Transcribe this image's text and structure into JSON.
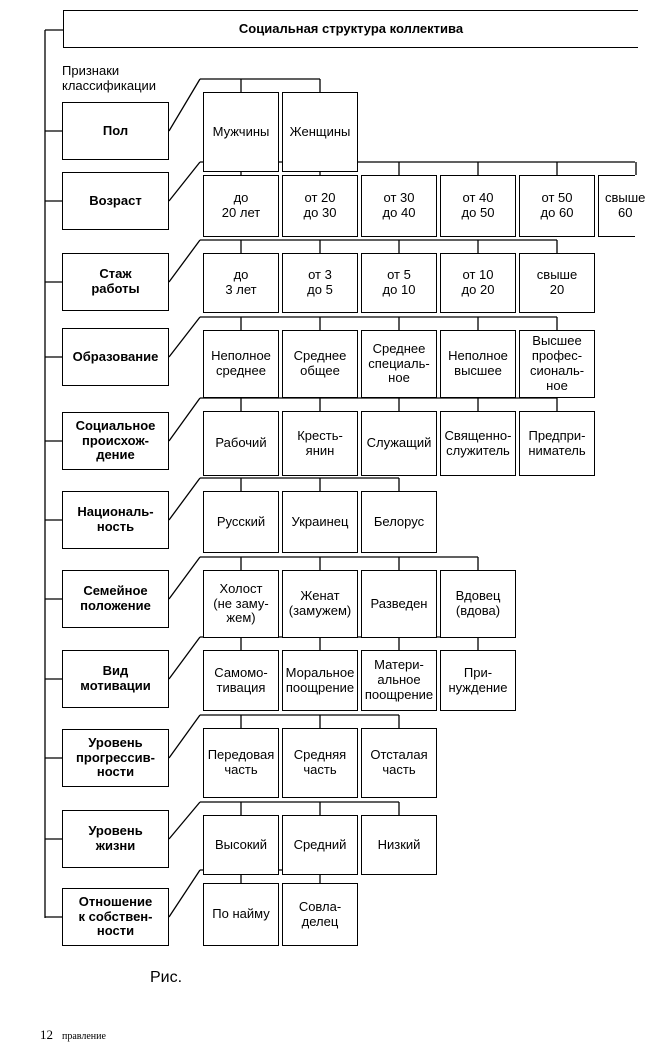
{
  "diagram": {
    "title": "Социальная структура коллектива",
    "caption_label": "Признаки\nклассификации",
    "categories": [
      {
        "label": "Пол",
        "items": [
          "Мужчины",
          "Женщины"
        ]
      },
      {
        "label": "Возраст",
        "items": [
          "до\n20 лет",
          "от 20\nдо 30",
          "от 30\nдо 40",
          "от 40\nдо 50",
          "от 50\nдо 60",
          "свыше\n60"
        ]
      },
      {
        "label": "Стаж\nработы",
        "items": [
          "до\n3 лет",
          "от 3\nдо 5",
          "от 5\nдо 10",
          "от 10\nдо 20",
          "свыше\n20"
        ]
      },
      {
        "label": "Образование",
        "items": [
          "Неполное\nсреднее",
          "Среднее\nобщее",
          "Среднее\nспециаль-\nное",
          "Неполное\nвысшее",
          "Высшее\nпрофес-\nсиональ-\nное"
        ]
      },
      {
        "label": "Социальное\nпроисхож-\nдение",
        "items": [
          "Рабочий",
          "Кресть-\nянин",
          "Служащий",
          "Священно-\nслужитель",
          "Предпри-\nниматель"
        ]
      },
      {
        "label": "Националь-\nность",
        "items": [
          "Русский",
          "Украинец",
          "Белорус"
        ]
      },
      {
        "label": "Семейное\nположение",
        "items": [
          "Холост\n(не заму-\nжем)",
          "Женат\n(замужем)",
          "Разведен",
          "Вдовец\n(вдова)"
        ]
      },
      {
        "label": "Вид\nмотивации",
        "items": [
          "Самомо-\nтивация",
          "Моральное\nпоощрение",
          "Матери-\nальное\nпоощрение",
          "При-\nнуждение"
        ]
      },
      {
        "label": "Уровень\nпрогрессив-\nности",
        "items": [
          "Передовая\nчасть",
          "Средняя\nчасть",
          "Отсталая\nчасть"
        ]
      },
      {
        "label": "Уровень\nжизни",
        "items": [
          "Высокий",
          "Средний",
          "Низкий"
        ]
      },
      {
        "label": "Отношение\nк собствен-\nности",
        "items": [
          "По найму",
          "Совла-\nделец"
        ]
      }
    ]
  },
  "figure_label": "Рис.",
  "page_number": "12",
  "running_head": "правление"
}
